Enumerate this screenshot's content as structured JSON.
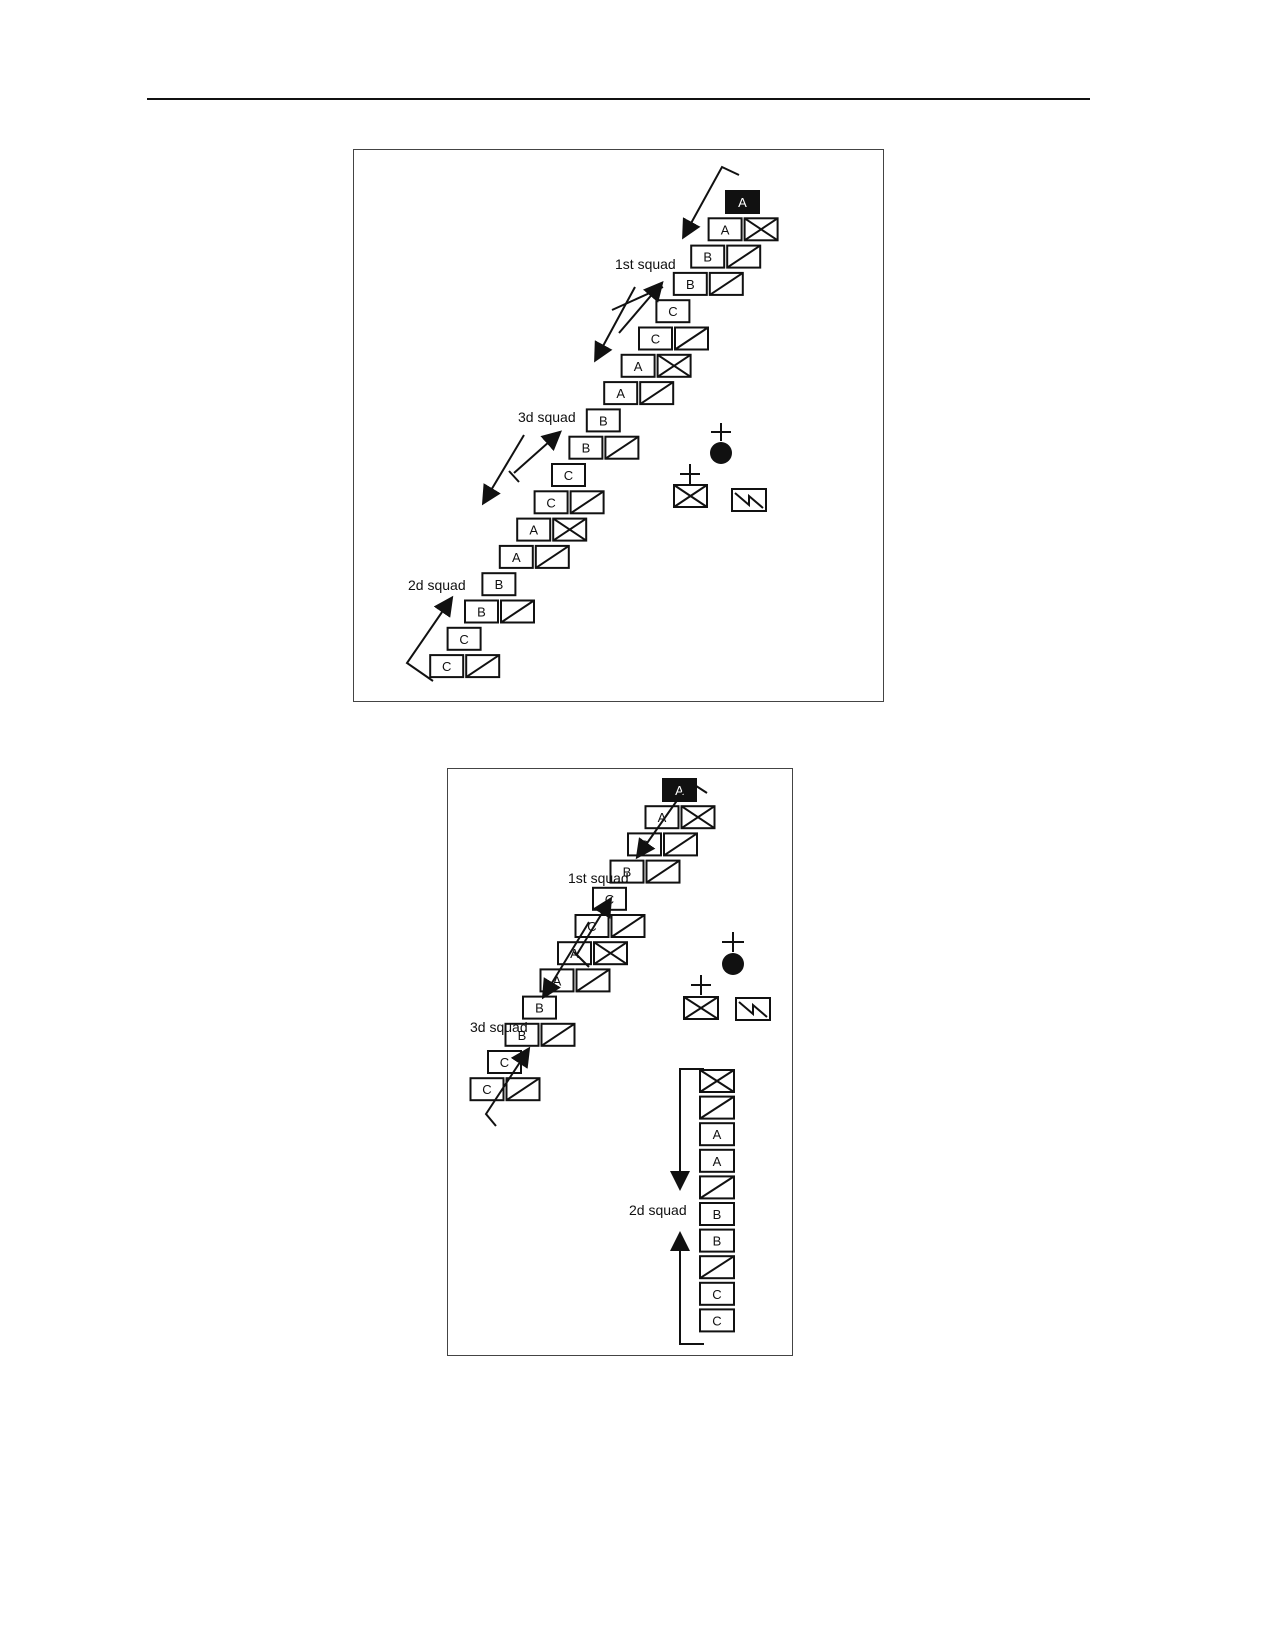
{
  "figures": [
    {
      "squads": [
        {
          "label": "1st squad"
        },
        {
          "label": "3d squad"
        },
        {
          "label": "2d squad"
        }
      ],
      "elements": [
        {
          "kind": "leader",
          "letter": "A"
        },
        {
          "kind": "pair",
          "letter": "A",
          "weapon": "x"
        },
        {
          "kind": "pair",
          "letter": "B",
          "weapon": "slash"
        },
        {
          "kind": "pair",
          "letter": "B",
          "weapon": "slash"
        },
        {
          "kind": "single",
          "letter": "C"
        },
        {
          "kind": "pair",
          "letter": "C",
          "weapon": "slash"
        },
        {
          "kind": "pair",
          "letter": "A",
          "weapon": "x"
        },
        {
          "kind": "pair",
          "letter": "A",
          "weapon": "slash"
        },
        {
          "kind": "single",
          "letter": "B"
        },
        {
          "kind": "pair",
          "letter": "B",
          "weapon": "slash"
        },
        {
          "kind": "single",
          "letter": "C"
        },
        {
          "kind": "pair",
          "letter": "C",
          "weapon": "slash"
        },
        {
          "kind": "pair",
          "letter": "A",
          "weapon": "x"
        },
        {
          "kind": "pair",
          "letter": "A",
          "weapon": "slash"
        },
        {
          "kind": "single",
          "letter": "B"
        },
        {
          "kind": "pair",
          "letter": "B",
          "weapon": "slash"
        },
        {
          "kind": "single",
          "letter": "C"
        },
        {
          "kind": "pair",
          "letter": "C",
          "weapon": "slash"
        }
      ],
      "hq_symbols": [
        "medic-icon",
        "leader-x-box-icon",
        "radio-icon"
      ]
    },
    {
      "squads": [
        {
          "label": "1st squad"
        },
        {
          "label": "3d squad"
        },
        {
          "label": "2d squad"
        }
      ],
      "elements": [
        {
          "kind": "leader",
          "letter": "A"
        },
        {
          "kind": "pair",
          "letter": "A",
          "weapon": "x"
        },
        {
          "kind": "pair",
          "letter": "B",
          "weapon": "slash"
        },
        {
          "kind": "pair",
          "letter": "B",
          "weapon": "slash"
        },
        {
          "kind": "single",
          "letter": "C"
        },
        {
          "kind": "pair",
          "letter": "C",
          "weapon": "slash"
        },
        {
          "kind": "pair",
          "letter": "A",
          "weapon": "x"
        },
        {
          "kind": "pair",
          "letter": "A",
          "weapon": "slash"
        },
        {
          "kind": "single",
          "letter": "B"
        },
        {
          "kind": "pair",
          "letter": "B",
          "weapon": "slash"
        },
        {
          "kind": "single",
          "letter": "C"
        },
        {
          "kind": "pair",
          "letter": "C",
          "weapon": "slash"
        }
      ],
      "column": [
        {
          "type": "x"
        },
        {
          "type": "slash"
        },
        {
          "type": "letter",
          "letter": "A"
        },
        {
          "type": "letter",
          "letter": "A"
        },
        {
          "type": "slash"
        },
        {
          "type": "letter",
          "letter": "B"
        },
        {
          "type": "letter",
          "letter": "B"
        },
        {
          "type": "slash"
        },
        {
          "type": "letter",
          "letter": "C"
        },
        {
          "type": "letter",
          "letter": "C"
        }
      ],
      "hq_symbols": [
        "medic-icon",
        "leader-x-box-icon",
        "radio-icon"
      ]
    }
  ]
}
